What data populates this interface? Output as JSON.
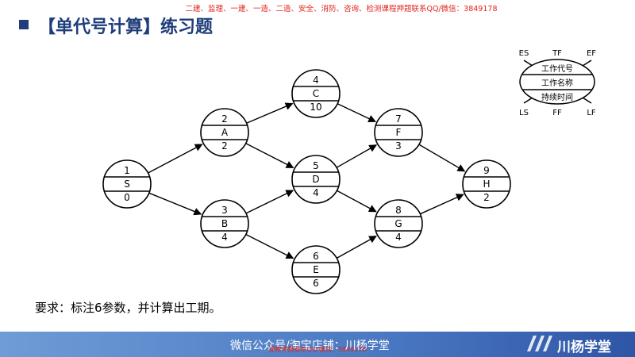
{
  "banner": "二建、监理、一建、一造、二造、安全、消防、咨询、检测课程押题联系QQ/微信：3849178",
  "title": "【单代号计算】练习题",
  "nodes": [
    {
      "id": "1",
      "name": "S",
      "duration": "0"
    },
    {
      "id": "2",
      "name": "A",
      "duration": "2"
    },
    {
      "id": "3",
      "name": "B",
      "duration": "4"
    },
    {
      "id": "4",
      "name": "C",
      "duration": "10"
    },
    {
      "id": "5",
      "name": "D",
      "duration": "4"
    },
    {
      "id": "6",
      "name": "E",
      "duration": "6"
    },
    {
      "id": "7",
      "name": "F",
      "duration": "3"
    },
    {
      "id": "8",
      "name": "G",
      "duration": "4"
    },
    {
      "id": "9",
      "name": "H",
      "duration": "2"
    }
  ],
  "edges": [
    [
      "1",
      "2"
    ],
    [
      "1",
      "3"
    ],
    [
      "2",
      "4"
    ],
    [
      "2",
      "5"
    ],
    [
      "3",
      "5"
    ],
    [
      "3",
      "6"
    ],
    [
      "4",
      "7"
    ],
    [
      "5",
      "7"
    ],
    [
      "5",
      "8"
    ],
    [
      "6",
      "8"
    ],
    [
      "7",
      "9"
    ],
    [
      "8",
      "9"
    ]
  ],
  "legend": {
    "es": "ES",
    "tf": "TF",
    "ef": "EF",
    "ls": "LS",
    "ff": "FF",
    "lf": "LF",
    "code": "工作代号",
    "name": "工作名称",
    "duration": "持续时间"
  },
  "requirement": "要求：标注6参数，并计算出工期。",
  "footer": {
    "text": "微信公众号/淘宝店铺：川杨学堂",
    "red_text": "课程押题联系QQ/微信：3849178",
    "brand": "川杨学堂"
  },
  "colors": {
    "title": "#1f3d7a",
    "banner": "#e0261b",
    "footer_bar": "#4a78c2"
  }
}
